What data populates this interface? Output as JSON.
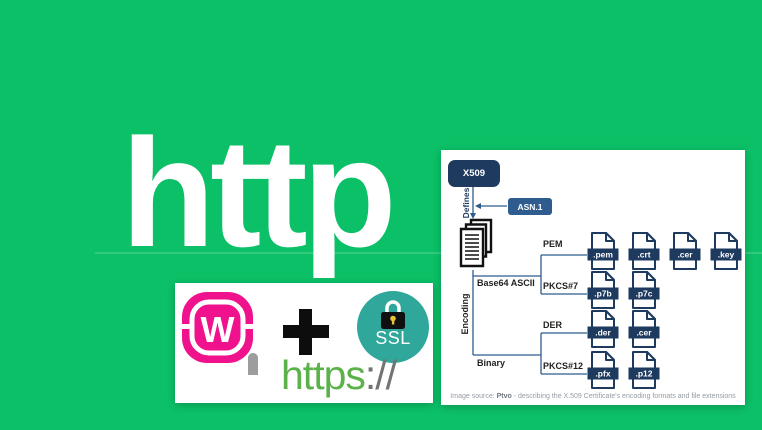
{
  "colors": {
    "background_green": "#0cc067",
    "hero_white": "#ffffff",
    "navy_dark": "#1e3a5f",
    "navy_medium": "#2e5c8f",
    "wamp_pink": "#f0128d",
    "ssl_teal": "#2fa79a",
    "https_green": "#5cb24a",
    "url_gray": "#717473",
    "lock_body_green": "#4fb148",
    "keyhole_yellow": "#e5c438"
  },
  "hero": {
    "text": "http"
  },
  "wamp_panel": {
    "logo_letter": "W",
    "plus_sign": "+",
    "ssl_badge_label": "SSL",
    "url_scheme": "https",
    "url_separator": "://"
  },
  "diagram": {
    "x509_label": "X509",
    "defines_label": "Defines",
    "asn1_label": "ASN.1",
    "encoding_label": "Encoding",
    "branches": [
      {
        "encoding": "Base64 ASCII",
        "formats": [
          {
            "name": "PEM",
            "files": [
              ".pem",
              ".crt",
              ".cer",
              ".key"
            ]
          },
          {
            "name": "PKCS#7",
            "files": [
              ".p7b",
              ".p7c"
            ]
          }
        ]
      },
      {
        "encoding": "Binary",
        "formats": [
          {
            "name": "DER",
            "files": [
              ".der",
              ".cer"
            ]
          },
          {
            "name": "PKCS#12",
            "files": [
              ".pfx",
              ".p12"
            ]
          }
        ]
      }
    ],
    "caption": {
      "prefix": "Image source: ",
      "source": "Ptvo",
      "suffix": " - describing the X.509 Certificate's encoding formats and file extensions"
    }
  },
  "icons": {
    "plus_sign": "plus-icon",
    "ssl_padlock": "black-padlock-with-yellow-keyhole",
    "https_padlock": "green-padlock-gray-shackle",
    "certificate_stack": "stacked-documents-icon",
    "file_type": "file-page-with-extension-banner"
  }
}
